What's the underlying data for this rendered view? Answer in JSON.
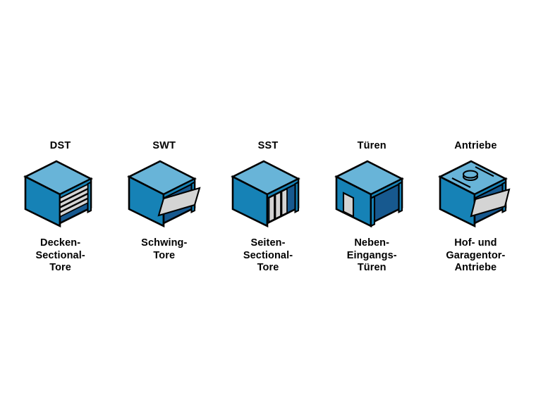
{
  "page": {
    "background": "#ffffff"
  },
  "colors": {
    "roof": "#68b4d8",
    "wall": "#1682b6",
    "interior": "#17598f",
    "door_gray": "#d4d4d4",
    "outline": "#000000",
    "text": "#000000",
    "bg": "#ffffff"
  },
  "products": [
    {
      "code": "DST",
      "name_lines": [
        "Decken-",
        "Sectional-",
        "Tore"
      ],
      "icon": "ceiling-sectional-door"
    },
    {
      "code": "SWT",
      "name_lines": [
        "Schwing-",
        "Tore",
        ""
      ],
      "icon": "swing-door"
    },
    {
      "code": "SST",
      "name_lines": [
        "Seiten-",
        "Sectional-",
        "Tore"
      ],
      "icon": "side-sectional-door"
    },
    {
      "code": "Türen",
      "name_lines": [
        "Neben-",
        "Eingangs-",
        "Türen"
      ],
      "icon": "side-entrance-door"
    },
    {
      "code": "Antriebe",
      "name_lines": [
        "Hof- und",
        "Garagentor-",
        "Antriebe"
      ],
      "icon": "door-operator"
    }
  ]
}
